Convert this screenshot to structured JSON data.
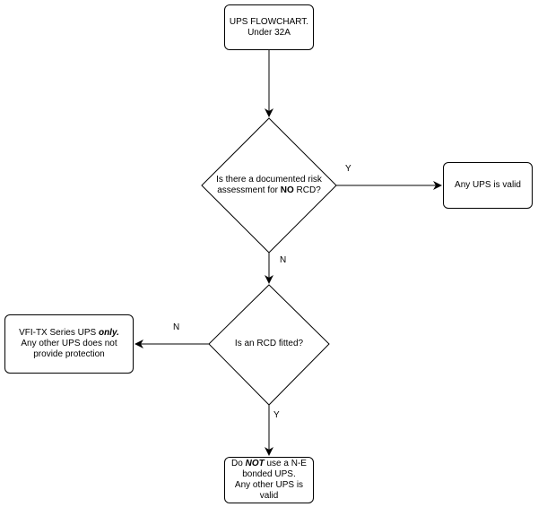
{
  "nodes": {
    "start": {
      "line1": "UPS FLOWCHART.",
      "line2": "Under 32A"
    },
    "risk_decision": {
      "line1": "Is there a documented risk",
      "line2_pre": "assessment for ",
      "line2_bold": "NO",
      "line2_post": " RCD?"
    },
    "any_ups_valid": {
      "text": "Any UPS is valid"
    },
    "rcd_decision": {
      "text": "Is an RCD fitted?"
    },
    "vfi_tx": {
      "line1_pre": "VFI-TX Series UPS ",
      "line1_emph": "only.",
      "line2": "Any other UPS does not",
      "line3": "provide protection"
    },
    "do_not_use": {
      "line1_pre": "Do ",
      "line1_emph": "NOT",
      "line1_post": " use a N-E",
      "line2": "bonded UPS.",
      "line3": "Any other UPS is",
      "line4": "valid"
    }
  },
  "edges": {
    "risk_yes": "Y",
    "risk_no": "N",
    "rcd_no": "N",
    "rcd_yes": "Y"
  }
}
